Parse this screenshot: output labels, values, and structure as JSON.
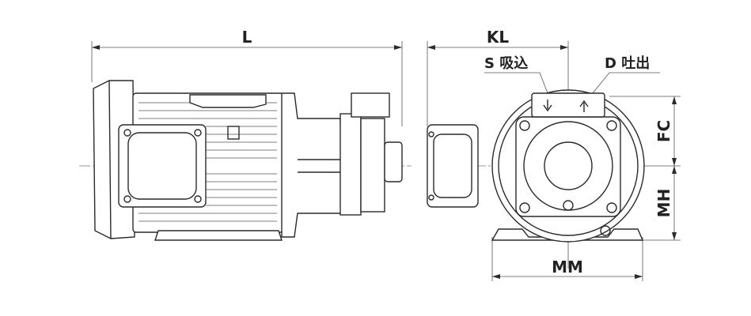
{
  "dimensions": {
    "length": "L",
    "shaft_to_outlet": "KL",
    "suction": "S 吸込",
    "discharge": "D 吐出",
    "center_to_top": "FC",
    "center_height": "MH",
    "foot_width": "MM"
  },
  "colors": {
    "line": "#2a2a2a",
    "background": "#ffffff"
  }
}
